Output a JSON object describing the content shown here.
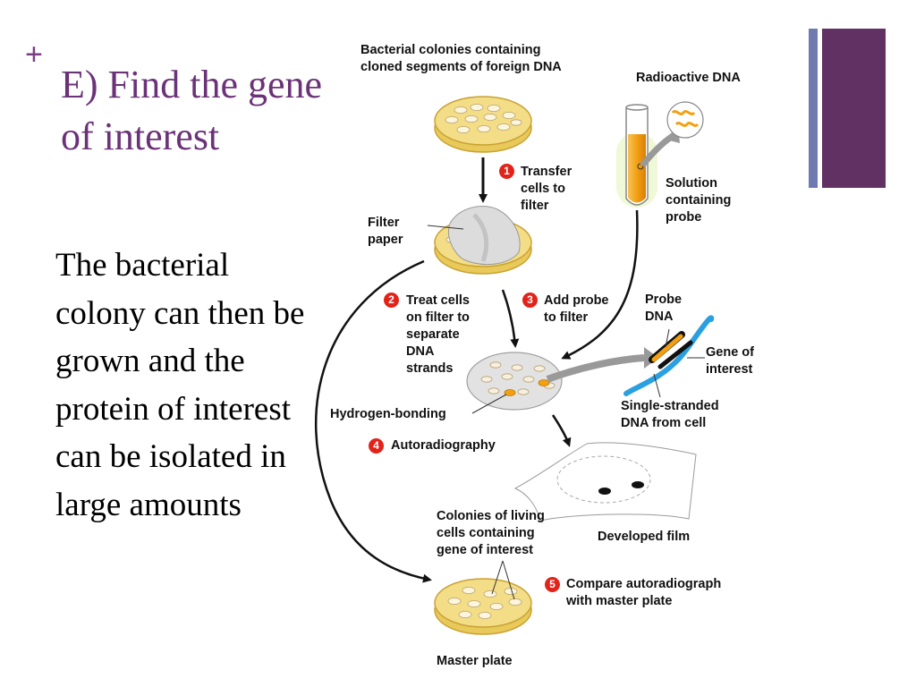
{
  "slide": {
    "bullet_glyph": "+",
    "title": "E) Find the gene of interest",
    "body": "The bacterial colony can then be grown and the protein of interest can be isolated in large amounts",
    "accent_color": "#6b3278",
    "deco_colors": [
      "#6e7ab0",
      "#613163"
    ]
  },
  "diagram": {
    "labels": {
      "bacterial_colonies": "Bacterial colonies containing\ncloned segments of foreign DNA",
      "radioactive_dna": "Radioactive DNA",
      "solution_probe": "Solution\ncontaining\nprobe",
      "filter_paper": "Filter\npaper",
      "probe_dna": "Probe\nDNA",
      "gene_of_interest": "Gene of\ninterest",
      "hydrogen_bonding": "Hydrogen-bonding",
      "single_stranded": "Single-stranded\nDNA from cell",
      "colonies_living": "Colonies of living\ncells containing\ngene of interest",
      "developed_film": "Developed film",
      "master_plate": "Master plate"
    },
    "steps": [
      {
        "number": "1",
        "text": "Transfer\ncells to\nfilter"
      },
      {
        "number": "2",
        "text": "Treat cells\non filter to\nseparate\nDNA\nstrands"
      },
      {
        "number": "3",
        "text": "Add probe\nto filter"
      },
      {
        "number": "4",
        "text": "Autoradiography"
      },
      {
        "number": "5",
        "text": "Compare autoradiograph\nwith master plate"
      }
    ],
    "colors": {
      "plate_fill": "#f3dd86",
      "plate_rim": "#d9b640",
      "probe_orange": "#f2a012",
      "step_badge": "#e2231a",
      "dna_blue": "#2aa0e0",
      "arrow": "#111111"
    }
  }
}
